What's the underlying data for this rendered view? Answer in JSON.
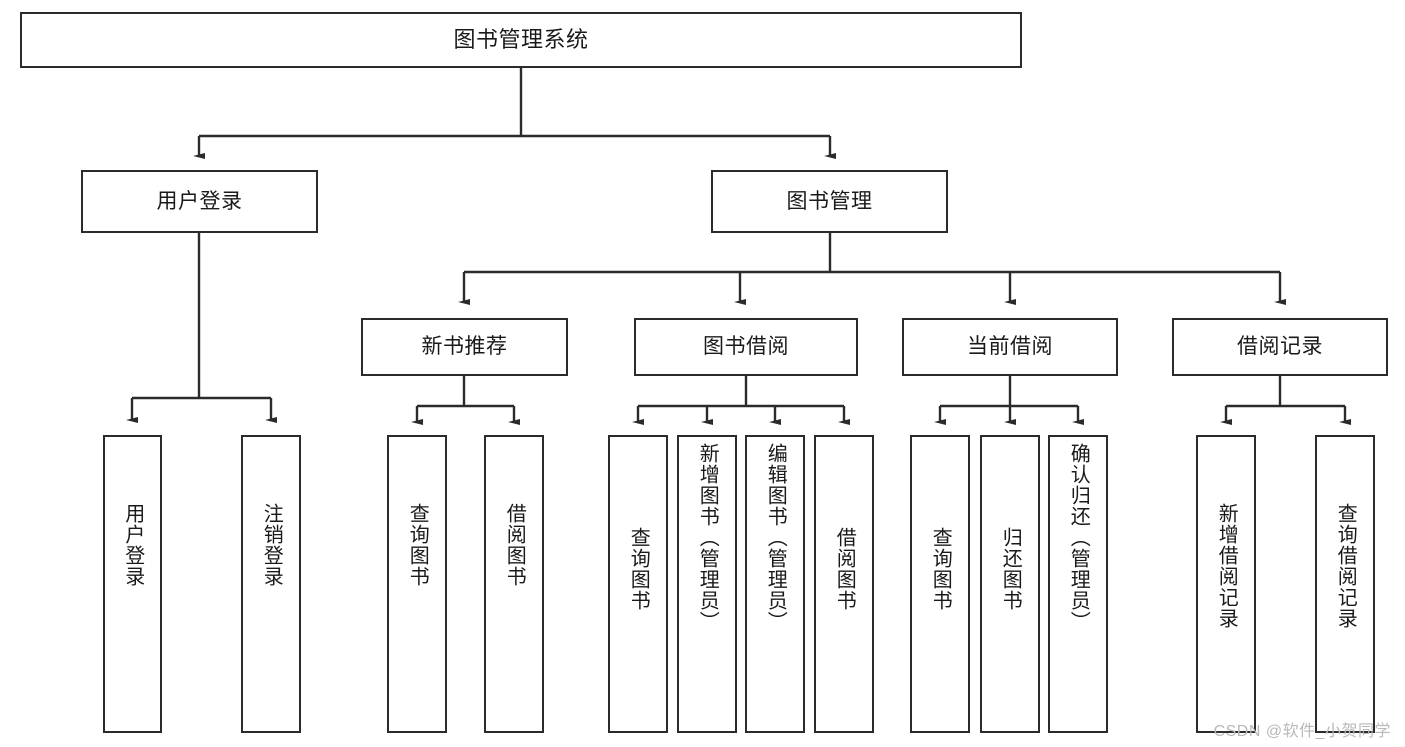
{
  "diagram": {
    "title": "图书管理系统",
    "watermark": "CSDN @软件_小贺同学",
    "line_color": "#2b2b2b",
    "box_border_color": "#2b2b2b",
    "box_fill": "#ffffff",
    "text_color": "#1a1a1a",
    "root": {
      "label": "图书管理系统"
    },
    "level2": [
      {
        "label": "用户登录"
      },
      {
        "label": "图书管理"
      }
    ],
    "level3": [
      {
        "label": "新书推荐"
      },
      {
        "label": "图书借阅"
      },
      {
        "label": "当前借阅"
      },
      {
        "label": "借阅记录"
      }
    ],
    "leaves": {
      "user_login": [
        {
          "label": "用户登录"
        },
        {
          "label": "注销登录"
        }
      ],
      "new_book": [
        {
          "label": "查询图书"
        },
        {
          "label": "借阅图书"
        }
      ],
      "book_borrow": [
        {
          "label": "查询图书"
        },
        {
          "label": "新增图书（管理员）"
        },
        {
          "label": "编辑图书（管理员）"
        },
        {
          "label": "借阅图书"
        }
      ],
      "current_borrow": [
        {
          "label": "查询图书"
        },
        {
          "label": "归还图书"
        },
        {
          "label": "确认归还（管理员）"
        }
      ],
      "borrow_record": [
        {
          "label": "新增借阅记录"
        },
        {
          "label": "查询借阅记录"
        }
      ]
    }
  }
}
